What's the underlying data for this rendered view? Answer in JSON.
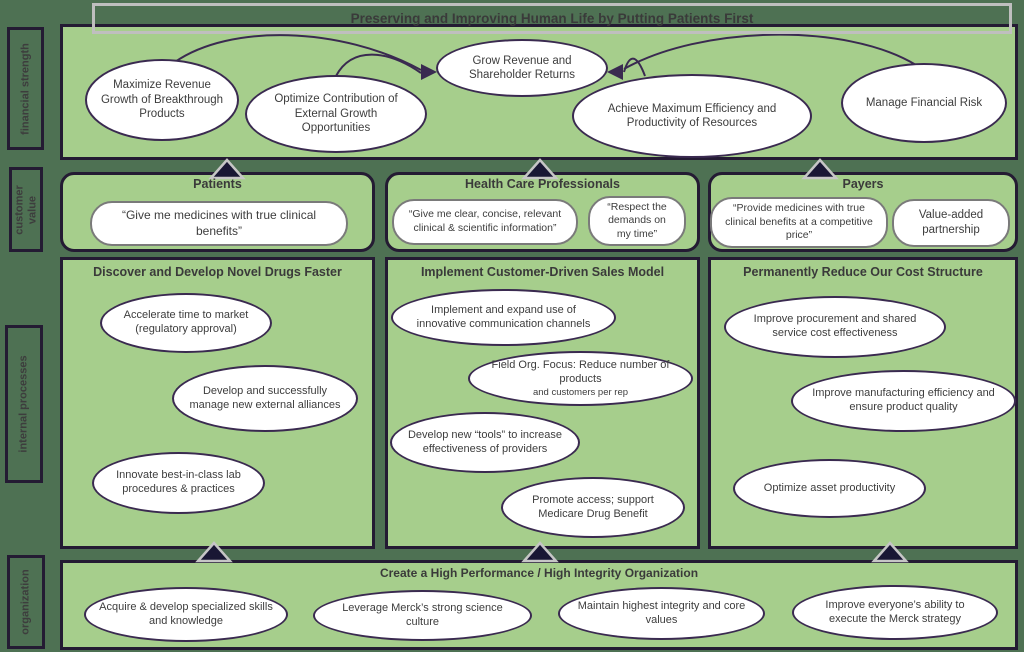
{
  "title": "Preserving and Improving Human Life by Putting Patients First",
  "colors": {
    "page_background": "#4e7153",
    "panel_green": "#a6ce8c",
    "panel_border": "#241b33",
    "ellipse_stroke": "#3a2a50",
    "title_border": "#bfbfbf",
    "triangle_fill": "#191734",
    "triangle_stroke": "#c6c6c6",
    "text": "#3d3d3d"
  },
  "perspectives": {
    "financial": {
      "label": "financial strength",
      "ellipses": [
        {
          "text": "Maximize Revenue Growth of Breakthrough Products"
        },
        {
          "text": "Optimize Contribution of External Growth Opportunities"
        },
        {
          "text": "Grow Revenue and Shareholder Returns"
        },
        {
          "text": "Achieve Maximum Efficiency and Productivity of Resources"
        },
        {
          "text": "Manage Financial Risk"
        }
      ]
    },
    "customer": {
      "label": "customer value",
      "panels": [
        {
          "title": "Patients",
          "items": [
            "“Give me medicines with true clinical benefits”"
          ]
        },
        {
          "title": "Health Care Professionals",
          "items": [
            "“Give me clear, concise, relevant clinical & scientific information”",
            "“Respect the demands on my time”"
          ]
        },
        {
          "title": "Payers",
          "items": [
            "“Provide medicines with true clinical benefits at a competitive price”",
            "Value-added partnership"
          ]
        }
      ]
    },
    "internal": {
      "label": "internal processes",
      "columns": [
        {
          "title": "Discover and Develop Novel Drugs Faster",
          "ellipses": [
            {
              "text": "Accelerate time to market (regulatory approval)"
            },
            {
              "text": "Develop and successfully manage new external alliances"
            },
            {
              "text": "Innovate best-in-class lab procedures & practices"
            }
          ]
        },
        {
          "title": "Implement Customer-Driven Sales Model",
          "ellipses": [
            {
              "text": "Implement and expand use of innovative communication channels"
            },
            {
              "text": "Field Org. Focus: Reduce number of products",
              "text2": "and customers per rep"
            },
            {
              "text": "Develop new “tools” to increase effectiveness of providers"
            },
            {
              "text": "Promote access; support Medicare Drug Benefit"
            }
          ]
        },
        {
          "title": "Permanently Reduce Our Cost Structure",
          "ellipses": [
            {
              "text": "Improve procurement and shared service cost effectiveness"
            },
            {
              "text": "Improve manufacturing efficiency and ensure product quality"
            },
            {
              "text": "Optimize asset productivity"
            }
          ]
        }
      ]
    },
    "organization": {
      "label": "organization",
      "title": "Create a High Performance / High Integrity Organization",
      "ellipses": [
        {
          "text": "Acquire & develop specialized skills and knowledge"
        },
        {
          "text": "Leverage Merck’s strong science culture"
        },
        {
          "text": "Maintain highest integrity and core values"
        },
        {
          "text": "Improve everyone’s ability to execute the Merck strategy"
        }
      ]
    }
  }
}
